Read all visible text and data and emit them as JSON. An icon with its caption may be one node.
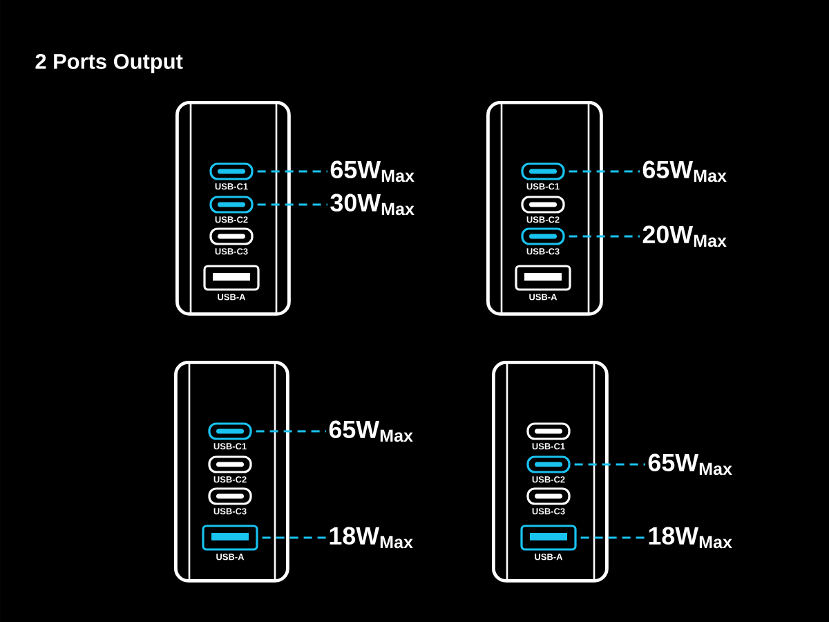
{
  "diagram": {
    "title": "2 Ports Output",
    "nodes": [
      {
        "text": [],
        "shape": "box"
      },
      {
        "text": [
          "USB-C1"
        ],
        "in": 0
      },
      {
        "text": [
          "USB-C2"
        ],
        "in": 0
      },
      {
        "text": [
          "USB-C3"
        ],
        "in": 0
      },
      {
        "text": [
          "USB-A"
        ],
        "in": 0
      },
      {
        "text": [
          "65W$_{Max}$"
        ]
      },
      {
        "text": [
          "30W$_{Max}$"
        ]
      },
      {
        "text": [],
        "shape": "box"
      },
      {
        "text": [
          "USB-C1"
        ],
        "in": 7
      },
      {
        "text": [
          "USB-C2"
        ],
        "in": 7
      },
      {
        "text": [
          "USB-C3"
        ],
        "in": 7
      },
      {
        "text": [
          "USB-A"
        ],
        "in": 7
      },
      {
        "text": [
          "65W$_{Max}$"
        ]
      },
      {
        "text": [
          "20W$_{Max}$"
        ]
      },
      {
        "text": [],
        "shape": "box"
      },
      {
        "text": [
          "USB-C1"
        ],
        "in": 14
      },
      {
        "text": [
          "USB-C2"
        ],
        "in": 14
      },
      {
        "text": [
          "USB-C3"
        ],
        "in": 14
      },
      {
        "text": [
          "USB-A"
        ],
        "in": 14
      },
      {
        "text": [
          "65W$_{Max}$"
        ]
      },
      {
        "text": [
          "18W$_{Max}$"
        ]
      },
      {
        "text": [],
        "shape": "box"
      },
      {
        "text": [
          "USB-C1"
        ],
        "in": 21
      },
      {
        "text": [
          "USB-C2"
        ],
        "in": 21
      },
      {
        "text": [
          "USB-C3"
        ],
        "in": 21
      },
      {
        "text": [
          "USB-A"
        ],
        "in": 21
      },
      {
        "text": [
          "65W$_{Max}$"
        ]
      },
      {
        "text": [
          "18W$_{Max}$"
        ]
      }
    ],
    "edges": [
      {
        "from": 1,
        "to": 5,
        "arrow": "none",
        "style": "dashed"
      },
      {
        "from": 2,
        "to": 6,
        "arrow": "none",
        "style": "dashed"
      },
      {
        "from": 8,
        "to": 12,
        "arrow": "none",
        "style": "dashed"
      },
      {
        "from": 10,
        "to": 13,
        "arrow": "none",
        "style": "dashed"
      },
      {
        "from": 15,
        "to": 19,
        "arrow": "none",
        "style": "dashed"
      },
      {
        "from": 18,
        "to": 20,
        "arrow": "none",
        "style": "dashed"
      },
      {
        "from": 23,
        "to": 26,
        "arrow": "none",
        "style": "dashed"
      },
      {
        "from": 25,
        "to": 27,
        "arrow": "none",
        "style": "dashed"
      }
    ]
  }
}
